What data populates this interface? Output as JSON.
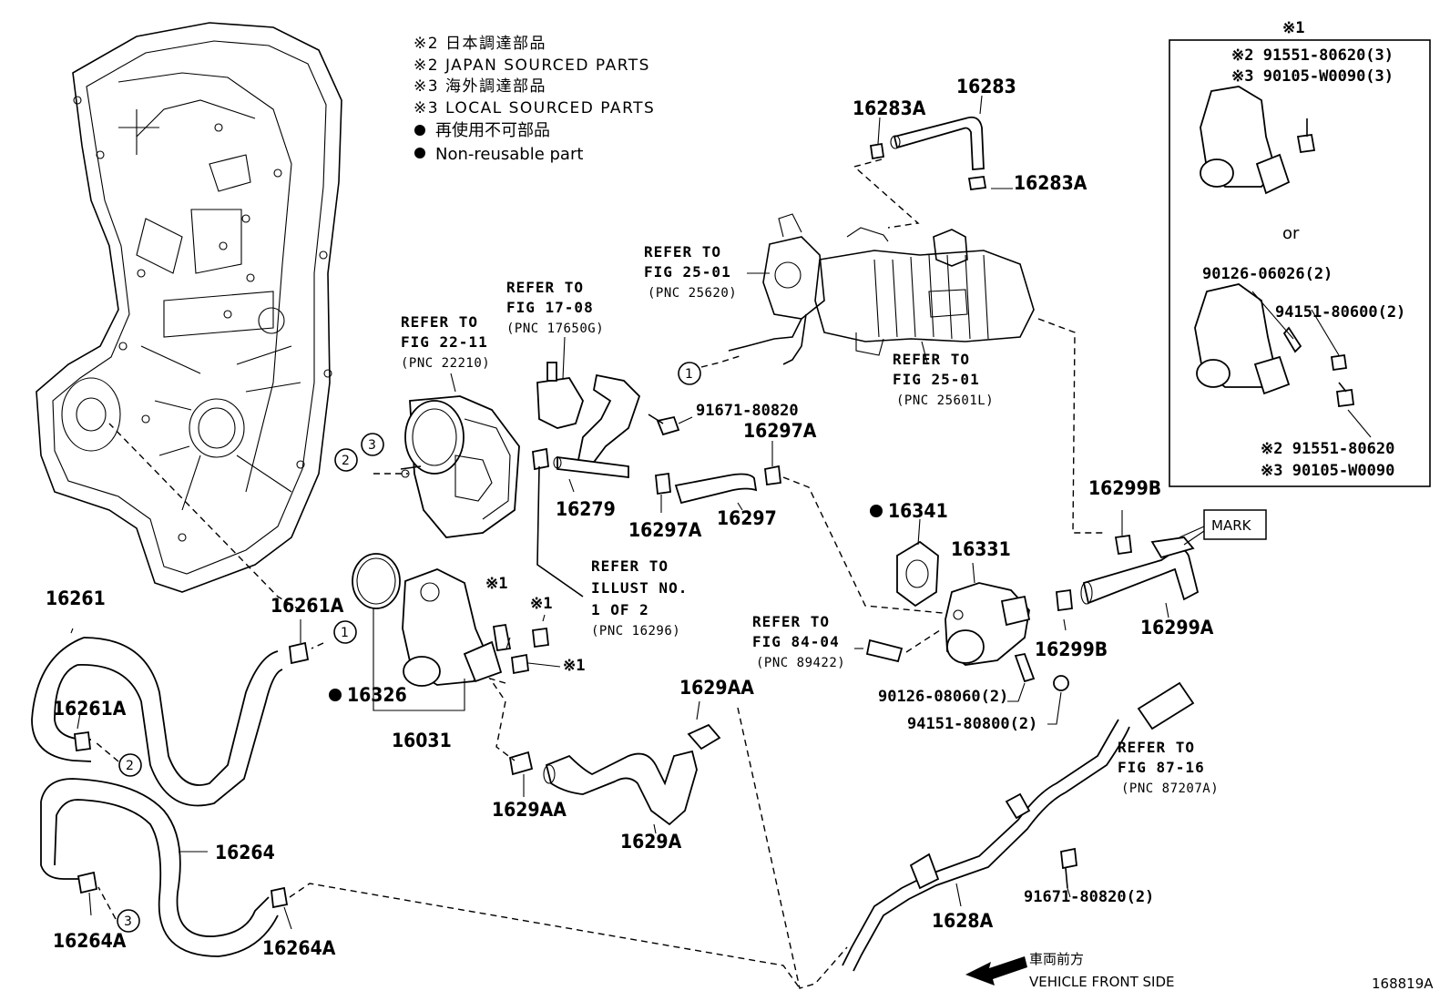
{
  "legend": {
    "l1": "※2 日本調達部品",
    "l2": "※2 JAPAN SOURCED PARTS",
    "l3": "※3 海外調達部品",
    "l4": "※3 LOCAL SOURCED PARTS",
    "l5": "再使用不可部品",
    "l6": "Non-reusable part"
  },
  "inset": {
    "title": "※1",
    "a1": "※2 91551-80620(3)",
    "a2": "※3 90105-W0090(3)",
    "or": "or",
    "b1": "90126-06026(2)",
    "b2": "94151-80600(2)",
    "c1": "※2  91551-80620",
    "c2": "※3  90105-W0090"
  },
  "refs": {
    "r17": [
      "REFER TO",
      "FIG 17-08",
      "(PNC 17650G)"
    ],
    "r22": [
      "REFER TO",
      "FIG 22-11",
      "(PNC 22210)"
    ],
    "r25a": [
      "REFER TO",
      "FIG 25-01",
      "(PNC 25620)"
    ],
    "r25b": [
      "REFER TO",
      "FIG 25-01",
      "(PNC 25601L)"
    ],
    "rill": [
      "REFER TO",
      "ILLUST NO.",
      "1 OF 2",
      "(PNC 16296)"
    ],
    "r84": [
      "REFER TO",
      "FIG 84-04",
      "(PNC 89422)"
    ],
    "r87": [
      "REFER TO",
      "FIG 87-16",
      "(PNC 87207A)"
    ]
  },
  "parts": {
    "p16283": "16283",
    "p16283a1": "16283A",
    "p16283a2": "16283A",
    "p91671a": "91671-80820",
    "p16297a1": "16297A",
    "p16279": "16279",
    "p16297a2": "16297A",
    "p16297": "16297",
    "p16341": "16341",
    "p16331": "16331",
    "p16299b1": "16299B",
    "p16299b2": "16299B",
    "p16299a": "16299A",
    "mark": "MARK",
    "p16261": "16261",
    "p16261a1": "16261A",
    "p16261a2": "16261A",
    "p16326": "16326",
    "p16031": "16031",
    "star1a": "※1",
    "star1b": "※1",
    "star1c": "※1",
    "p1629aa1": "1629AA",
    "p1629aa2": "1629AA",
    "p1629a": "1629A",
    "p16264": "16264",
    "p16264a1": "16264A",
    "p16264a2": "16264A",
    "p90126": "90126-08060(2)",
    "p94151": "94151-80800(2)",
    "p91671b": "91671-80820(2)",
    "p1628a": "1628A"
  },
  "callouts": {
    "c1a": "1",
    "c1b": "1",
    "c2a": "2",
    "c2b": "2",
    "c3a": "3",
    "c3b": "3"
  },
  "direction": {
    "jp": "車両前方",
    "en": "VEHICLE FRONT SIDE"
  },
  "figure_id": "168819A"
}
